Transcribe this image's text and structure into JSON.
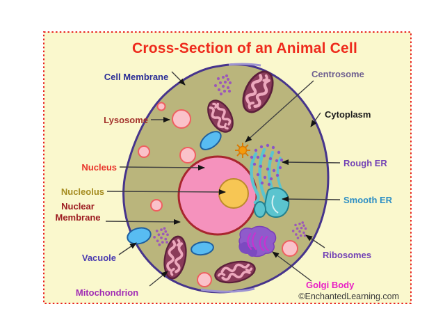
{
  "title": {
    "text": "Cross-Section of an Animal Cell",
    "color": "#EE2A1C"
  },
  "copyright": {
    "text": "©EnchantedLearning.com",
    "color": "#3B3B3B"
  },
  "labels": {
    "cell_membrane": {
      "text": "Cell Membrane",
      "color": "#2A2D96"
    },
    "lysosome": {
      "text": "Lysosome",
      "color": "#A3322C"
    },
    "nucleus": {
      "text": "Nucleus",
      "color": "#E8352B"
    },
    "nucleolus": {
      "text": "Nucleolus",
      "color": "#A68D21"
    },
    "nuclear_membrane": {
      "line1": "Nuclear",
      "line2": "Membrane",
      "color": "#9C1B20"
    },
    "vacuole": {
      "text": "Vacuole",
      "color": "#4A3BB0"
    },
    "mitochondrion": {
      "text": "Mitochondrion",
      "color": "#A02BB4"
    },
    "centrosome": {
      "text": "Centrosome",
      "color": "#6F6090"
    },
    "cytoplasm": {
      "text": "Cytoplasm",
      "color": "#1C1C1C"
    },
    "rough_er": {
      "text": "Rough ER",
      "color": "#7342B5"
    },
    "smooth_er": {
      "text": "Smooth ER",
      "color": "#2E8FC4"
    },
    "ribosomes": {
      "text": "Ribosomes",
      "color": "#7342B5"
    },
    "golgi_body": {
      "text": "Golgi Body",
      "color": "#E81FC5"
    }
  },
  "colors": {
    "page_bg": "#FFFFFF",
    "panel_bg": "#FAF8CD",
    "panel_border": "#E8241F",
    "cytoplasm": "#BAB57C",
    "cell_membrane": "#46348C",
    "cell_membrane_light": "#9E94D2",
    "nucleus_fill": "#F592BD",
    "nucleus_stroke": "#A8262E",
    "nucleolus_fill": "#F7C654",
    "nucleolus_stroke": "#BC8A2C",
    "lysosome_fill": "#FAC2CA",
    "lysosome_stroke": "#EF5F60",
    "vacuole_fill": "#58BCF2",
    "vacuole_stroke": "#1E5F9E",
    "mito_fill": "#8A3B59",
    "mito_stroke": "#5C1F3B",
    "mito_cristae": "#ECA8BD",
    "ribosome": "#9C59B8",
    "er_fill": "#5BC4CF",
    "er_stroke": "#23818E",
    "er_inner_line": "#D6F2F4",
    "er_dots": "#8A55C8",
    "golgi_fill": "#8F5BCB",
    "golgi_stroke": "#7A3FB8",
    "golgi_lobe": "#7C4AC0",
    "golgi_squiggle": "#CC2FD0",
    "centrosome_fill": "#F59B0B",
    "centrosome_stroke": "#D97B06",
    "leader_line": "#3F3F3F",
    "arrowhead": "#141414"
  }
}
